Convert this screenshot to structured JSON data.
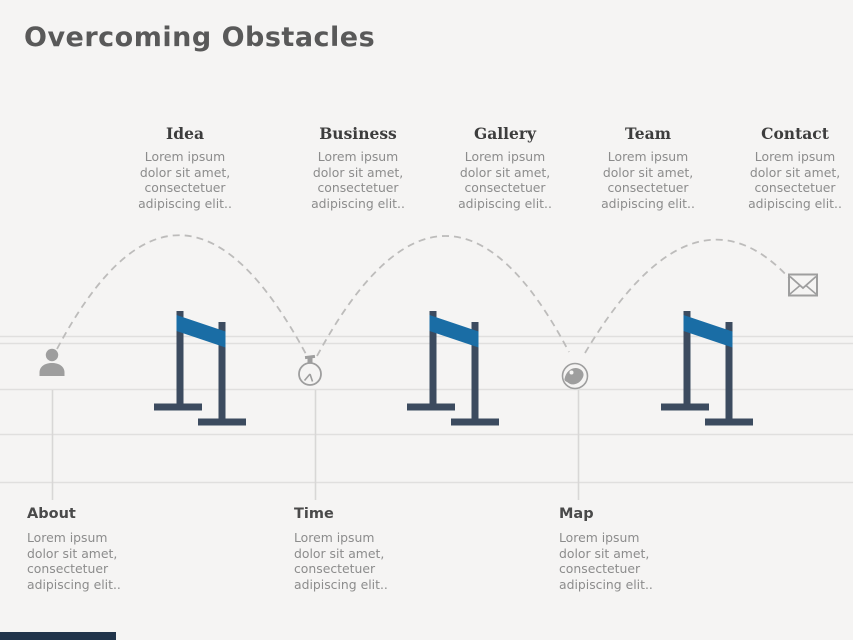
{
  "slide": {
    "title": "Overcoming Obstacles",
    "top_sections": [
      {
        "label": "Idea",
        "body": "Lorem ipsum\ndolor sit amet,\nconsectetuer\nadipiscing elit.."
      },
      {
        "label": "Business",
        "body": "Lorem ipsum\ndolor sit amet,\nconsectetuer\nadipiscing elit.."
      },
      {
        "label": "Gallery",
        "body": "Lorem ipsum\ndolor sit amet,\nconsectetuer\nadipiscing elit.."
      },
      {
        "label": "Team",
        "body": "Lorem ipsum\ndolor sit amet,\nconsectetuer\nadipiscing elit.."
      },
      {
        "label": "Contact",
        "body": "Lorem ipsum\ndolor sit amet,\nconsectetuer\nadipiscing elit.."
      }
    ],
    "bottom_sections": [
      {
        "label": "About",
        "body": "Lorem ipsum\ndolor sit amet,\nconsectetuer\nadipiscing elit.."
      },
      {
        "label": "Time",
        "body": "Lorem ipsum\ndolor sit amet,\nconsectetuer\nadipiscing elit.."
      },
      {
        "label": "Map",
        "body": "Lorem ipsum\ndolor sit amet,\nconsectetuer\nadipiscing elit.."
      }
    ],
    "icons": [
      "person-icon",
      "stopwatch-icon",
      "globe-icon",
      "envelope-icon"
    ],
    "colors": {
      "background": "#f5f4f3",
      "title": "#595959",
      "section_heading": "#3d3d3d",
      "bottom_heading": "#4a4a4a",
      "body_text": "#8c8c8c",
      "hurdle_post": "#3c4b5f",
      "hurdle_bar": "#1a6da5",
      "dashed_arc": "#bdbcbb",
      "icon_gray": "#9e9e9e",
      "track_line": "#e0dfde",
      "connector_line": "#d8d7d6",
      "footer_bar": "#20344a"
    }
  }
}
